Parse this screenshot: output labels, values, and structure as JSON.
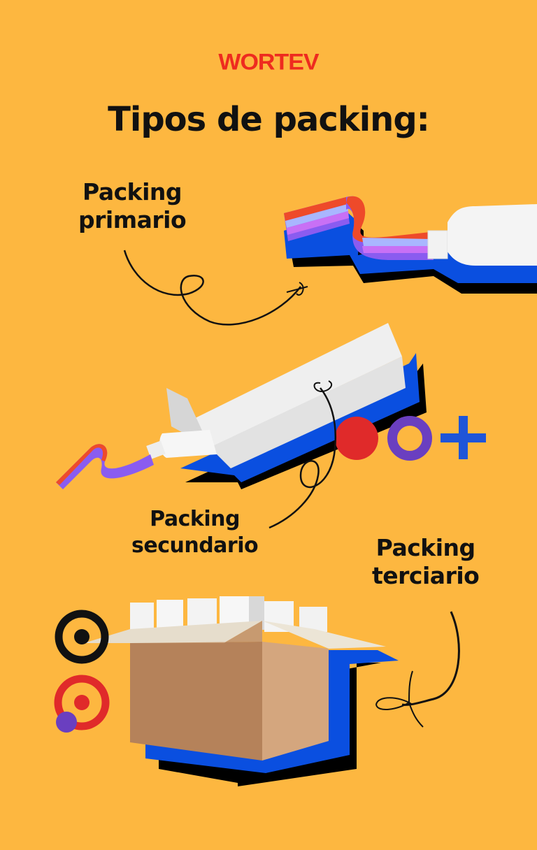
{
  "brand": {
    "logo_text": "WORTEV",
    "logo_color": "#EE2B1F"
  },
  "title": "Tipos de packing:",
  "background_color": "#FDB740",
  "sections": [
    {
      "id": "primario",
      "label_line1": "Packing",
      "label_line2": "primario",
      "illustration": "toothpaste-tube-icon"
    },
    {
      "id": "secundario",
      "label_line1": "Packing",
      "label_line2": "secundario",
      "illustration": "toothpaste-in-box-icon"
    },
    {
      "id": "terciario",
      "label_line1": "Packing",
      "label_line2": "terciario",
      "illustration": "cardboard-box-icon"
    }
  ],
  "decorations": [
    {
      "name": "red-dot-icon",
      "color": "#E02A2A"
    },
    {
      "name": "purple-ring-icon",
      "color": "#6A3FC0"
    },
    {
      "name": "blue-plus-icon",
      "color": "#1F55D8"
    },
    {
      "name": "black-target-icon",
      "color": "#111111"
    },
    {
      "name": "red-target-icon",
      "color": "#E02A2A"
    },
    {
      "name": "purple-dot-icon",
      "color": "#6A3FC0"
    }
  ],
  "colors": {
    "shadow_blue": "#0A4FE0",
    "shadow_black": "#000000"
  }
}
